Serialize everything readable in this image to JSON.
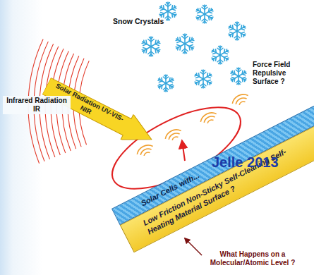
{
  "diagram": {
    "nodes": [
      {
        "text": [
          "Solar Radiation UV-VIS-NIR"
        ]
      },
      {
        "text": [
          "Solar Cells with..."
        ]
      },
      {
        "text": [
          "Low Friction Non-Sticky Self-Cleaning Self-Heating Material Surface ?"
        ]
      }
    ],
    "labels": [
      "Snow Crystals",
      "Force Field Repulsive Surface ?",
      "Infrared Radiation IR",
      "Jelle 2013",
      "What Happens on a Molecular/Atomic Level ?"
    ]
  }
}
